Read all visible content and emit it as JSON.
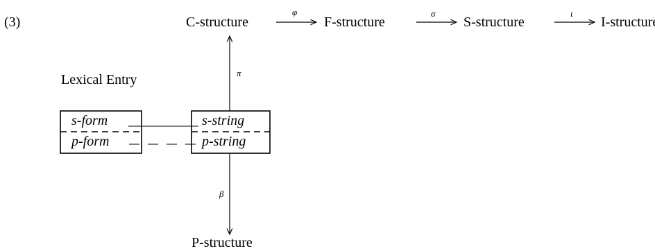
{
  "example_number": "(3)",
  "structures": {
    "c": "C-structure",
    "f": "F-structure",
    "s": "S-structure",
    "i": "I-structure",
    "p": "P-structure"
  },
  "projections": {
    "phi": "φ",
    "sigma": "σ",
    "iota": "ι",
    "pi": "π",
    "beta": "β"
  },
  "lexical_entry": {
    "title": "Lexical Entry",
    "s_form": "s-form",
    "p_form": "p-form"
  },
  "string_box": {
    "s_string": "s-string",
    "p_string": "p-string"
  }
}
